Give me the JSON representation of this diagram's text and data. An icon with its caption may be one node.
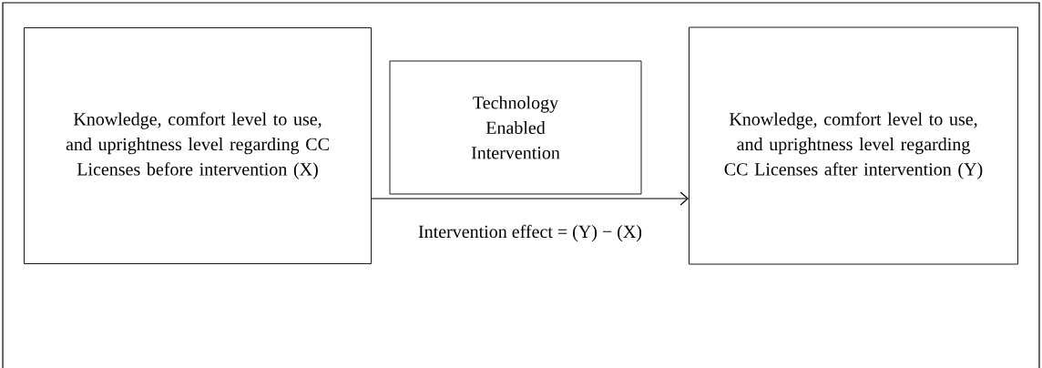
{
  "diagram": {
    "nodes": [
      {
        "text": [
          "Knowledge, comfort level to use, and uprightness level regarding CC Licenses before intervention (X)"
        ]
      },
      {
        "text": [
          "Technology Enabled Intervention"
        ]
      },
      {
        "text": [
          "Knowledge, comfort level to use, and uprightness level regarding CC Licenses after intervention (Y)"
        ]
      }
    ],
    "edges": [
      {
        "from": 0,
        "to": 2,
        "arrow": "to",
        "label": "Intervention effect = (Y) − (X)"
      }
    ]
  }
}
